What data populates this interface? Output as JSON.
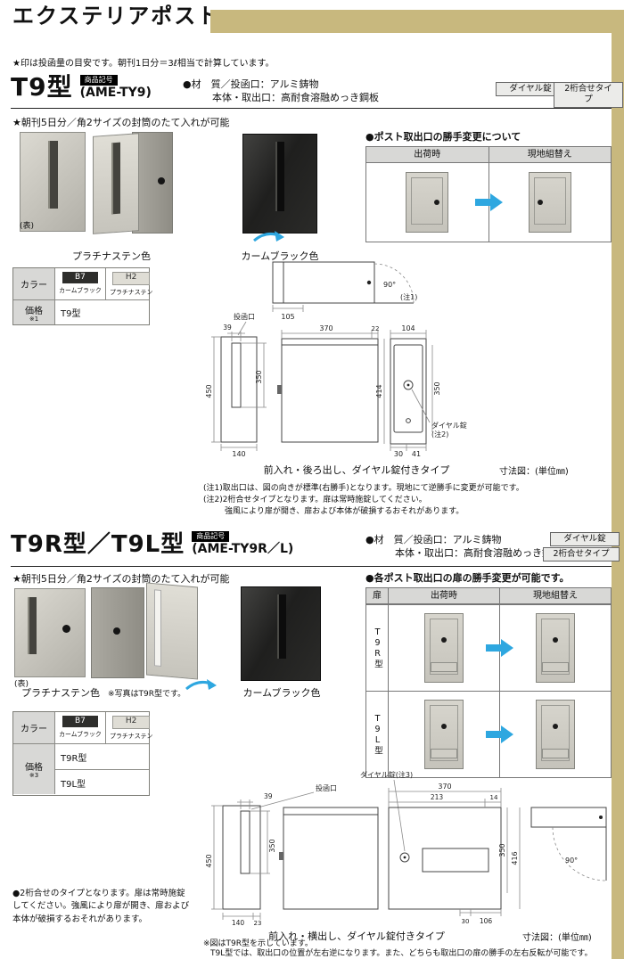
{
  "page": {
    "title": "エクステリアポスト",
    "note": "★印は投函量の目安です。朝刊1日分＝3ℓ相当で計算しています。"
  },
  "colors": {
    "accent_tan": "#C8B87E",
    "arrow_blue": "#2EA7E0"
  },
  "s1": {
    "model": "T9型",
    "code_label": "商品記号",
    "code": "(AME-TY9)",
    "mat1": "●材　質／投函口：アルミ鋳物",
    "mat2": "本体・取出口：高耐食溶融めっき鋼板",
    "tag1": "ダイヤル錠",
    "tag2": "2桁合せタイプ",
    "feature": "★朝刊5日分／角2サイズの封筒のたて入れが可能",
    "front_label": "(表)",
    "color1_label": "プラチナステン色",
    "color2_label": "カームブラック色",
    "change_title": "●ポスト取出口の勝手変更について",
    "ship": "出荷時",
    "onsite": "現地組替え",
    "table": {
      "color_header": "カラー",
      "c1_code": "B7",
      "c1_name": "カームブラック",
      "c2_code": "H2",
      "c2_name": "プラチナステン",
      "price_label": "価格",
      "price_ref": "※1",
      "row1": "T9型"
    },
    "drawing": {
      "slot_label": "投函口",
      "dial_label_1": "ダイヤル錠",
      "dial_label_2": "(注2)",
      "note_ref": "(注1)",
      "d105": "105",
      "d90": "90°",
      "d39": "39",
      "d450": "450",
      "d350a": "350",
      "d140": "140",
      "d370": "370",
      "d22": "22",
      "d104": "104",
      "d414": "414",
      "d350b": "350",
      "d30": "30",
      "d41": "41"
    },
    "caption": "前入れ・後ろ出し、ダイヤル錠付きタイプ",
    "unit": "寸法図：(単位㎜)",
    "note1": "(注1)取出口は、図の向きが標準(右勝手)となります。現地にて逆勝手に変更が可能です。",
    "note2": "(注2)2桁合せタイプとなります。扉は常時施錠してください。",
    "note3": "強風により扉が開き、扉および本体が破損するおそれがあります。"
  },
  "s2": {
    "model": "T9R型／T9L型",
    "code_label": "商品記号",
    "code": "(AME-TY9R／L)",
    "mat1": "●材　質／投函口：アルミ鋳物",
    "mat2": "本体・取出口：高耐食溶融めっき鋼板",
    "tag1": "ダイヤル錠",
    "tag2": "2桁合せタイプ",
    "feature": "★朝刊5日分／角2サイズの封筒のたて入れが可能",
    "front_label": "(表)",
    "color1_label": "プラチナステン色",
    "photo_note": "※写真はT9R型です。",
    "color2_label": "カームブラック色",
    "change_title": "●各ポスト取出口の扉の勝手変更が可能です。",
    "door_col": "扉",
    "ship": "出荷時",
    "onsite": "現地組替え",
    "row1_label": "T9R型",
    "row2_label": "T9L型",
    "table": {
      "color_header": "カラー",
      "c1_code": "B7",
      "c1_name": "カームブラック",
      "c2_code": "H2",
      "c2_name": "プラチナステン",
      "price_label": "価格",
      "price_ref": "※3",
      "row1": "T9R型",
      "row2": "T9L型"
    },
    "drawing": {
      "slot_label": "投函口",
      "dial_label": "ダイヤル錠(注3)",
      "d39": "39",
      "d450": "450",
      "d350a": "350",
      "d140": "140",
      "d23": "23",
      "d370": "370",
      "d213": "213",
      "d14": "14",
      "d30": "30",
      "d106": "106",
      "d350b": "350",
      "d416": "416",
      "d90": "90°"
    },
    "caption": "前入れ・横出し、ダイヤル錠付きタイプ",
    "unit": "寸法図：(単位㎜)",
    "note_left": "●2桁合せのタイプとなります。扉は常時施錠してください。強風により扉が開き、扉および本体が破損するおそれがあります。",
    "note_b1": "※図はT9R型を示しています。",
    "note_b2": "T9L型では、取出口の位置が左右逆になります。また、どちらも取出口の扉の勝手の左右反転が可能です。"
  }
}
